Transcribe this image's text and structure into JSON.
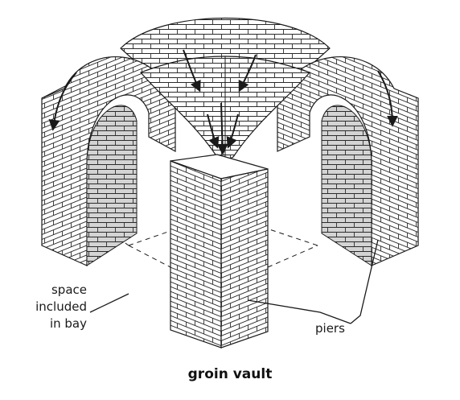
{
  "diagram": {
    "caption": "groin vault",
    "labels": {
      "space_line1": "space",
      "space_line2": "included",
      "space_line3": "in bay",
      "piers": "piers"
    },
    "colors": {
      "ink": "#1a1a1a",
      "brick_face": "#ffffff",
      "shadow_face": "#d4d4d4"
    }
  }
}
